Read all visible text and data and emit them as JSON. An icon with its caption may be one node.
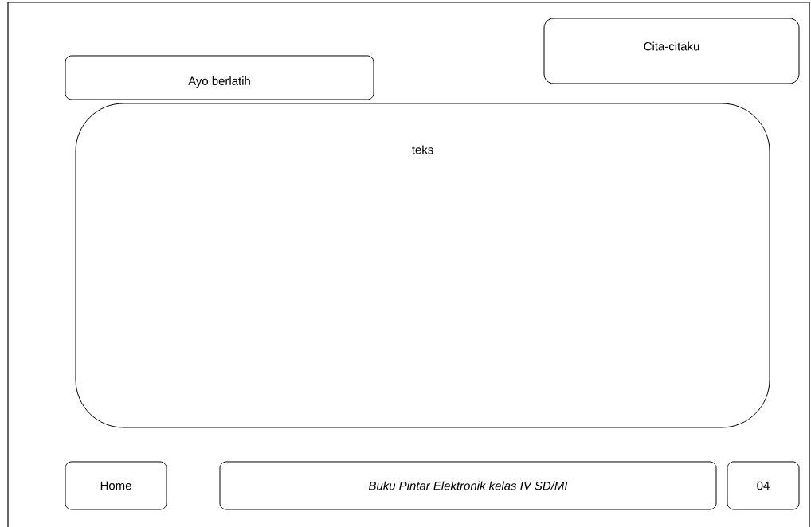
{
  "diagram": {
    "nodes": [
      {
        "text": [
          "Cita-citaku"
        ]
      },
      {
        "text": [
          "Ayo berlatih"
        ]
      },
      {
        "text": [
          "teks"
        ]
      },
      {
        "text": [
          "Home"
        ]
      },
      {
        "text": [
          "Buku Pintar Elektronik kelas IV SD/MI"
        ]
      },
      {
        "text": [
          "04"
        ]
      }
    ]
  }
}
